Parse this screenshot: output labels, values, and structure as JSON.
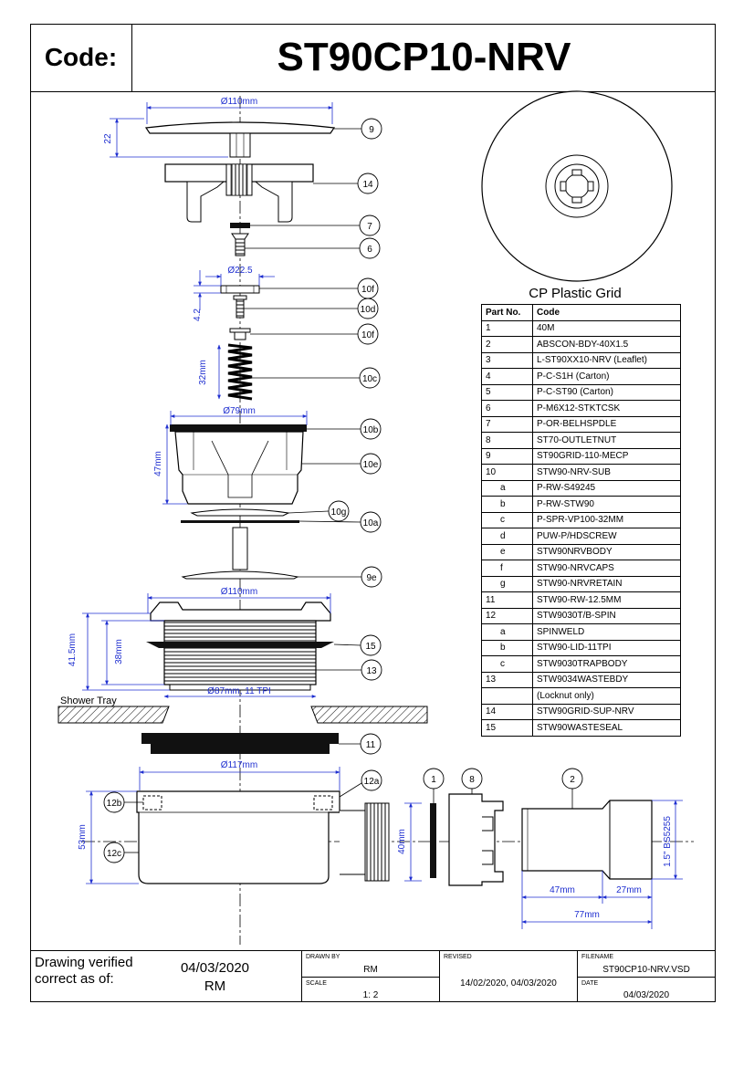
{
  "header": {
    "code_label": "Code:",
    "code_value": "ST90CP10-NRV"
  },
  "grid_caption": "CP Plastic Grid",
  "parts_table": {
    "col_part": "Part No.",
    "col_code": "Code",
    "rows": [
      {
        "no": "1",
        "code": "40M",
        "sub": false
      },
      {
        "no": "2",
        "code": "ABSCON-BDY-40X1.5",
        "sub": false
      },
      {
        "no": "3",
        "code": "L-ST90XX10-NRV (Leaflet)",
        "sub": false
      },
      {
        "no": "4",
        "code": "P-C-S1H (Carton)",
        "sub": false
      },
      {
        "no": "5",
        "code": "P-C-ST90 (Carton)",
        "sub": false
      },
      {
        "no": "6",
        "code": "P-M6X12-STKTCSK",
        "sub": false
      },
      {
        "no": "7",
        "code": "P-OR-BELHSPDLE",
        "sub": false
      },
      {
        "no": "8",
        "code": "ST70-OUTLETNUT",
        "sub": false
      },
      {
        "no": "9",
        "code": "ST90GRID-110-MECP",
        "sub": false
      },
      {
        "no": "10",
        "code": "STW90-NRV-SUB",
        "sub": false
      },
      {
        "no": "a",
        "code": "P-RW-S49245",
        "sub": true
      },
      {
        "no": "b",
        "code": "P-RW-STW90",
        "sub": true
      },
      {
        "no": "c",
        "code": "P-SPR-VP100-32MM",
        "sub": true
      },
      {
        "no": "d",
        "code": "PUW-P/HDSCREW",
        "sub": true
      },
      {
        "no": "e",
        "code": "STW90NRVBODY",
        "sub": true
      },
      {
        "no": "f",
        "code": "STW90-NRVCAPS",
        "sub": true
      },
      {
        "no": "g",
        "code": "STW90-NRVRETAIN",
        "sub": true
      },
      {
        "no": "11",
        "code": "STW90-RW-12.5MM",
        "sub": false
      },
      {
        "no": "12",
        "code": "STW9030T/B-SPIN",
        "sub": false
      },
      {
        "no": "a",
        "code": "SPINWELD",
        "sub": true
      },
      {
        "no": "b",
        "code": "STW90-LID-11TPI",
        "sub": true
      },
      {
        "no": "c",
        "code": "STW9030TRAPBODY",
        "sub": true
      },
      {
        "no": "13",
        "code": "STW9034WASTEBDY",
        "sub": false
      },
      {
        "no": "",
        "code": "(Locknut only)",
        "sub": false
      },
      {
        "no": "14",
        "code": "STW90GRID-SUP-NRV",
        "sub": false
      },
      {
        "no": "15",
        "code": "STW90WASTESEAL",
        "sub": false
      }
    ]
  },
  "dimensions": {
    "d110_top": "Ø110mm",
    "h22": "22",
    "d22_5": "Ø22.5",
    "h4_2": "4.2",
    "h32": "32mm",
    "d79": "Ø79mm",
    "h47": "47mm",
    "d110_mid": "Ø110mm",
    "h41_5": "41.5mm",
    "h38": "38mm",
    "d87": "Ø87mm, 11 TPI",
    "d117": "Ø117mm",
    "h53": "53mm",
    "h40": "40mm",
    "w47": "47mm",
    "w27": "27mm",
    "w77": "77mm",
    "bs": "1.5\" BS5255"
  },
  "labels": {
    "shower_tray": "Shower Tray",
    "balloons": {
      "b9": "9",
      "b14": "14",
      "b7": "7",
      "b6": "6",
      "b10f_a": "10f",
      "b10d": "10d",
      "b10f_b": "10f",
      "b10c": "10c",
      "b10b": "10b",
      "b10e": "10e",
      "b10g": "10g",
      "b10a": "10a",
      "b9e": "9e",
      "b15": "15",
      "b13": "13",
      "b11": "11",
      "b12a": "12a",
      "b12b": "12b",
      "b12c": "12c",
      "b1": "1",
      "b8": "8",
      "b2": "2"
    }
  },
  "footer": {
    "verified_label": "Drawing verified correct as of:",
    "verified_date": "04/03/2020",
    "verified_by": "RM",
    "drawn_by_label": "DRAWN BY",
    "drawn_by": "RM",
    "scale_label": "SCALE",
    "scale": "1: 2",
    "revised_label": "REVISED",
    "revised": "14/02/2020, 04/03/2020",
    "filename_label": "FILENAME",
    "filename": "ST90CP10-NRV.VSD",
    "date_label": "DATE",
    "date": "04/03/2020"
  },
  "colors": {
    "dimension": "#1f2fd0",
    "line": "#000000",
    "dark": "#1a1a1a"
  }
}
